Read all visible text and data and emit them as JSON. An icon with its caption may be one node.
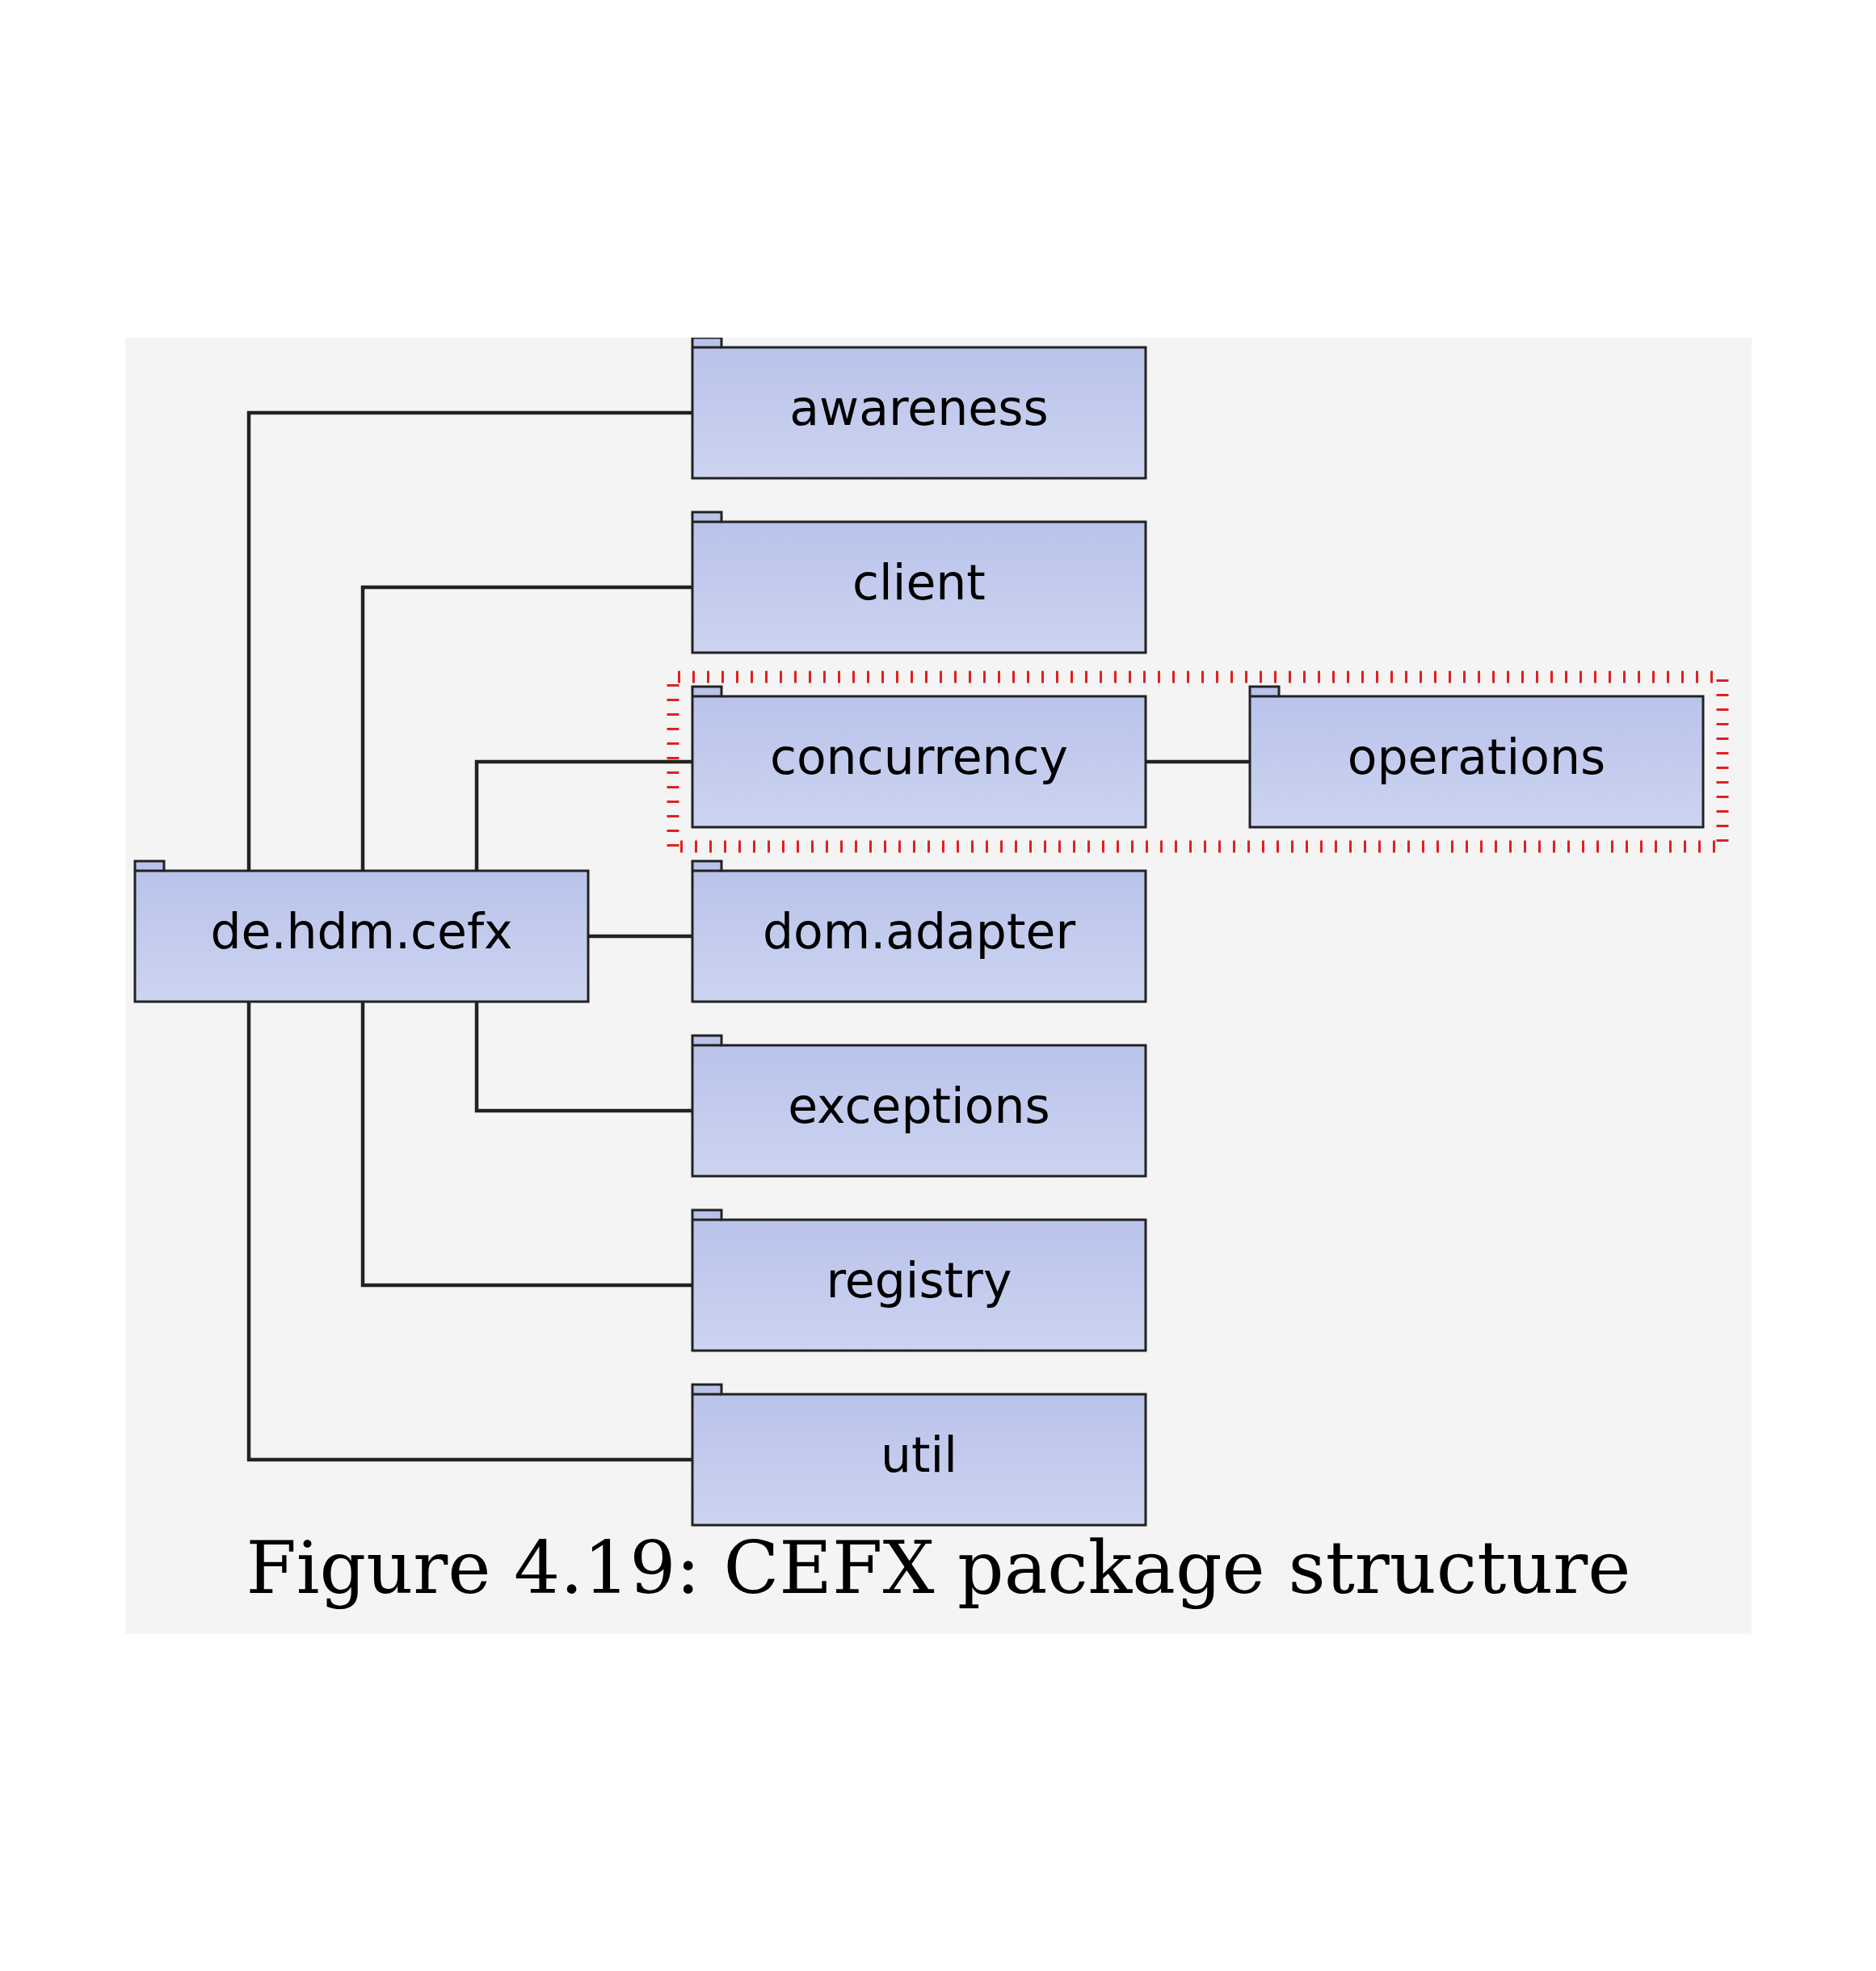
{
  "diagram": {
    "caption": "Figure 4.19: CEFX package structure",
    "nodes": [
      {
        "text": [
          "de.hdm.cefx"
        ]
      },
      {
        "text": [
          "awareness"
        ]
      },
      {
        "text": [
          "client"
        ]
      },
      {
        "text": [],
        "shape": "box"
      },
      {
        "text": [
          "concurrency"
        ],
        "in": 3
      },
      {
        "text": [
          "operations"
        ],
        "in": 3
      },
      {
        "text": [
          "dom.adapter"
        ]
      },
      {
        "text": [
          "exceptions"
        ]
      },
      {
        "text": [
          "registry"
        ]
      },
      {
        "text": [
          "util"
        ]
      }
    ],
    "edges": [
      {
        "from": 0,
        "to": 1,
        "arrow": "none"
      },
      {
        "from": 0,
        "to": 2,
        "arrow": "none"
      },
      {
        "from": 0,
        "to": 4,
        "arrow": "none"
      },
      {
        "from": 4,
        "to": 5,
        "arrow": "none"
      },
      {
        "from": 0,
        "to": 6,
        "arrow": "none"
      },
      {
        "from": 0,
        "to": 7,
        "arrow": "none"
      },
      {
        "from": 0,
        "to": 8,
        "arrow": "none"
      },
      {
        "from": 0,
        "to": 9,
        "arrow": "none"
      }
    ]
  }
}
